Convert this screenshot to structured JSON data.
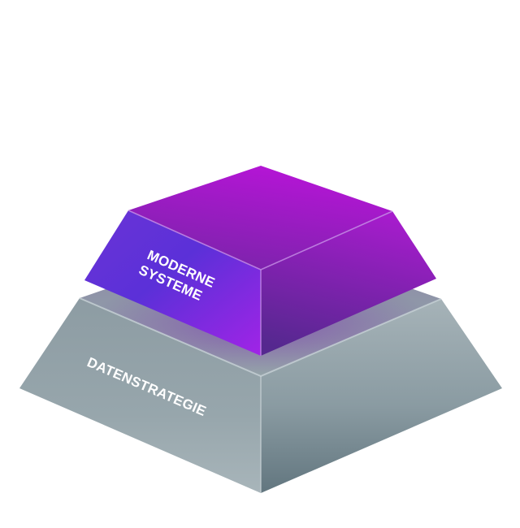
{
  "diagram": {
    "type": "stacked-pyramid",
    "background": "#ffffff",
    "layers": [
      {
        "id": "top",
        "label_lines": [
          "MODERNE",
          "SYSTEME"
        ],
        "colors": {
          "top_face_start": "#b514d6",
          "top_face_end": "#7a22a8",
          "left_face_start": "#5a2fd6",
          "left_face_end": "#9b24e0",
          "right_face_start": "#9a1fc4",
          "right_face_end": "#5b2a94",
          "edge_highlight": "#c08ae0"
        }
      },
      {
        "id": "bottom",
        "label_lines": [
          "DATENSTRATEGIE"
        ],
        "colors": {
          "top_face": "#8f9ea5",
          "left_face_start": "#8a9aa1",
          "left_face_end": "#a3b1b7",
          "right_face_start": "#a2b0b6",
          "right_face_end": "#687b84",
          "edge_highlight": "#c7d1d5"
        }
      }
    ]
  }
}
